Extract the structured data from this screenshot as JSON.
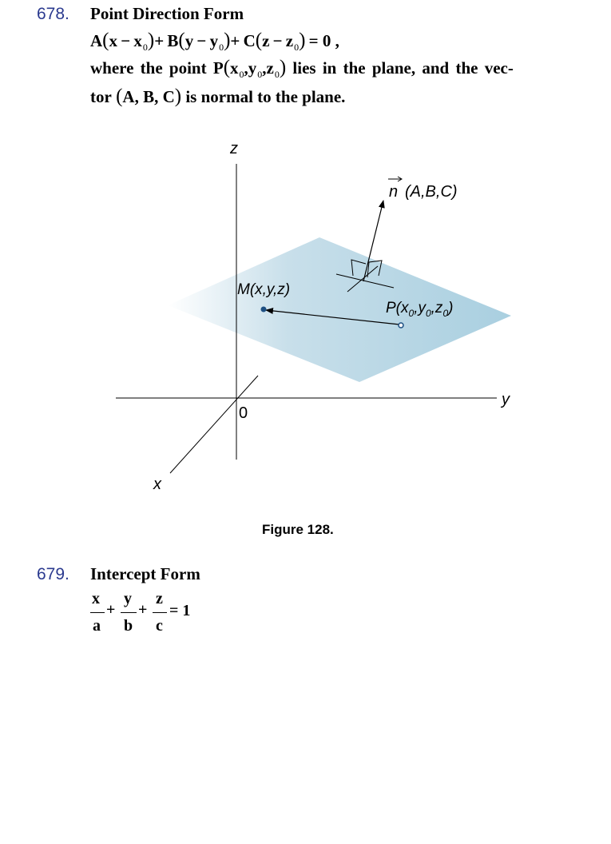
{
  "sections": [
    {
      "number": "678.",
      "title": "Point Direction Form",
      "formula_parts": [
        "A",
        "x",
        "x",
        "0",
        "B",
        "y",
        "y",
        "0",
        "C",
        "z",
        "z",
        "0",
        "= 0 ,"
      ],
      "text_line1_a": "where the point",
      "text_line1_point": [
        "P",
        "x",
        "0",
        "y",
        "0",
        "z",
        "0"
      ],
      "text_line1_b": "lies in the plane, and the vec-",
      "text_line2_a": "tor",
      "text_line2_vector": "A, B, C",
      "text_line2_b": "is normal to the plane."
    },
    {
      "number": "679.",
      "title": "Intercept Form",
      "fraction_numerators": [
        "x",
        "y",
        "z"
      ],
      "fraction_denominators": [
        "a",
        "b",
        "c"
      ],
      "equals": "= 1"
    }
  ],
  "figure": {
    "caption": "Figure 128.",
    "axis_x": "x",
    "axis_y": "y",
    "axis_z": "z",
    "origin": "0",
    "point_m": "M(x,y,z)",
    "point_p": "P(x",
    "point_p_sub": [
      "0",
      "0",
      "0"
    ],
    "normal_n": "n",
    "normal_coords": "(A,B,C)",
    "plane_color": "#a9cfe0"
  }
}
